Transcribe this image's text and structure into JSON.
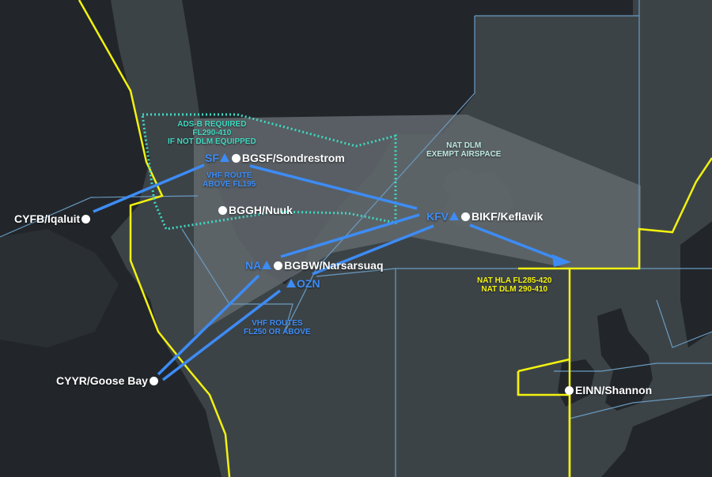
{
  "colors": {
    "ocean": "#3c4347",
    "land": "#22262a",
    "corridor": "#62696d",
    "fir_boundary": "#6a9bc0",
    "nat_boundary": "#f2f20f",
    "adsb_zone": "#3fd8c0",
    "route": "#3d8cf5",
    "airport": "#ffffff"
  },
  "airports": [
    {
      "id": "cyfb",
      "label": "CYFB/Iqaluit"
    },
    {
      "id": "bgsf",
      "label": "BGSF/Sondrestrom"
    },
    {
      "id": "bggh",
      "label": "BGGH/Nuuk"
    },
    {
      "id": "bgbw",
      "label": "BGBW/Narsarsuaq"
    },
    {
      "id": "bikf",
      "label": "BIKF/Keflavik"
    },
    {
      "id": "cyyr",
      "label": "CYYR/Goose Bay"
    },
    {
      "id": "einn",
      "label": "EINN/Shannon"
    }
  ],
  "navaids": [
    {
      "id": "sf",
      "label": "SF"
    },
    {
      "id": "na",
      "label": "NA"
    },
    {
      "id": "kfv",
      "label": "KFV"
    },
    {
      "id": "ozn",
      "label": "OZN"
    }
  ],
  "annotations": {
    "adsb": [
      "ADS-B REQUIRED",
      "FL290-410",
      "IF NOT DLM EQUIPPED"
    ],
    "dlm_exempt": [
      "NAT DLM",
      "EXEMPT AIRSPACE"
    ],
    "vhf_north": [
      "VHF ROUTE",
      "ABOVE FL195"
    ],
    "vhf_south": [
      "VHF ROUTES",
      "FL250 OR ABOVE"
    ],
    "nat_hla": [
      "NAT HLA FL285-420",
      "NAT DLM 290-410"
    ]
  }
}
